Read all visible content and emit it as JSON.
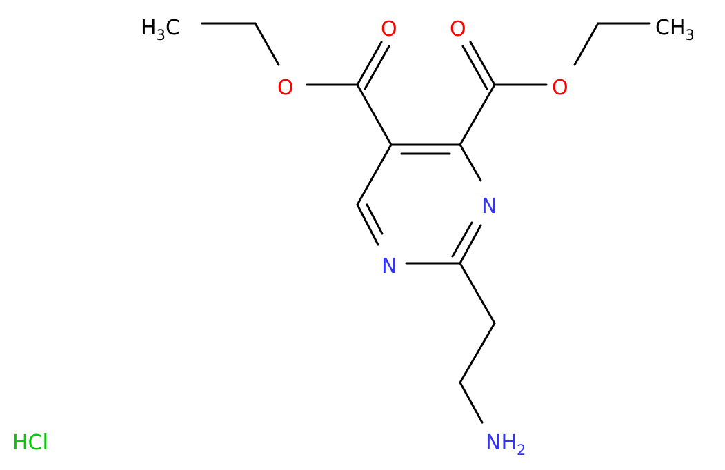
{
  "atoms": {
    "ch3_left": {
      "main": "H",
      "sub": "3",
      "tail": "C",
      "color": "#000000"
    },
    "ch3_right": {
      "main": "CH",
      "sub": "3",
      "color": "#000000"
    },
    "o_carbonyl_left": {
      "text": "O",
      "color": "#ff0000"
    },
    "o_carbonyl_right": {
      "text": "O",
      "color": "#ff0000"
    },
    "o_ester_left": {
      "text": "O",
      "color": "#ff0000"
    },
    "o_ester_right": {
      "text": "O",
      "color": "#ff0000"
    },
    "n_ring_right": {
      "text": "N",
      "color": "#3333ff"
    },
    "n_ring_left": {
      "text": "N",
      "color": "#3333ff"
    },
    "nh2": {
      "main": "NH",
      "sub": "2",
      "color": "#3333ff"
    }
  },
  "salt": {
    "text": "HCl",
    "color": "#00cc00"
  }
}
